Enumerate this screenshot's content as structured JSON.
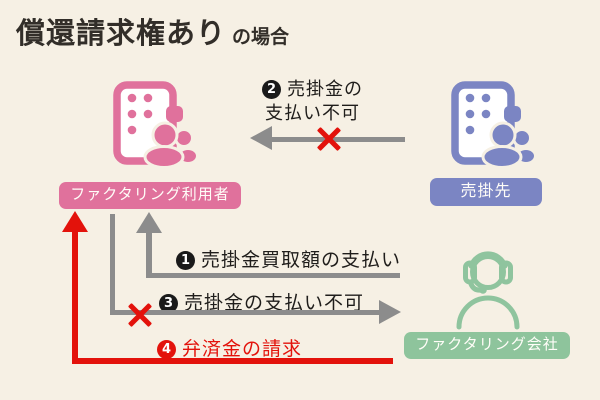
{
  "title": {
    "main": "償還請求権あり",
    "suffix": "の場合"
  },
  "entities": {
    "user": {
      "label": "ファクタリング利用者",
      "color": "#e0719c"
    },
    "customer": {
      "label": "売掛先",
      "color": "#7b85c3"
    },
    "company": {
      "label": "ファクタリング会社",
      "color": "#8ec49c"
    }
  },
  "flows": {
    "f1": {
      "badge": "1",
      "text": "売掛金買取額の支払い",
      "direction": "company-to-user",
      "color": "#8c8c8c"
    },
    "f2": {
      "badge": "2",
      "line1": "売掛金の",
      "line2": "支払い不可",
      "direction": "customer-to-user",
      "blocked": "true",
      "color": "#8c8c8c"
    },
    "f3": {
      "badge": "3",
      "text": "売掛金の支払い不可",
      "direction": "user-to-company",
      "blocked": "true",
      "color": "#8c8c8c"
    },
    "f4": {
      "badge": "4",
      "text": "弁済金の請求",
      "direction": "company-to-user",
      "color": "#e3120b"
    }
  },
  "colors": {
    "background": "#f6f0e4",
    "arrow_gray": "#8c8c8c",
    "alert_red": "#e3120b",
    "title_text": "#322e29"
  }
}
